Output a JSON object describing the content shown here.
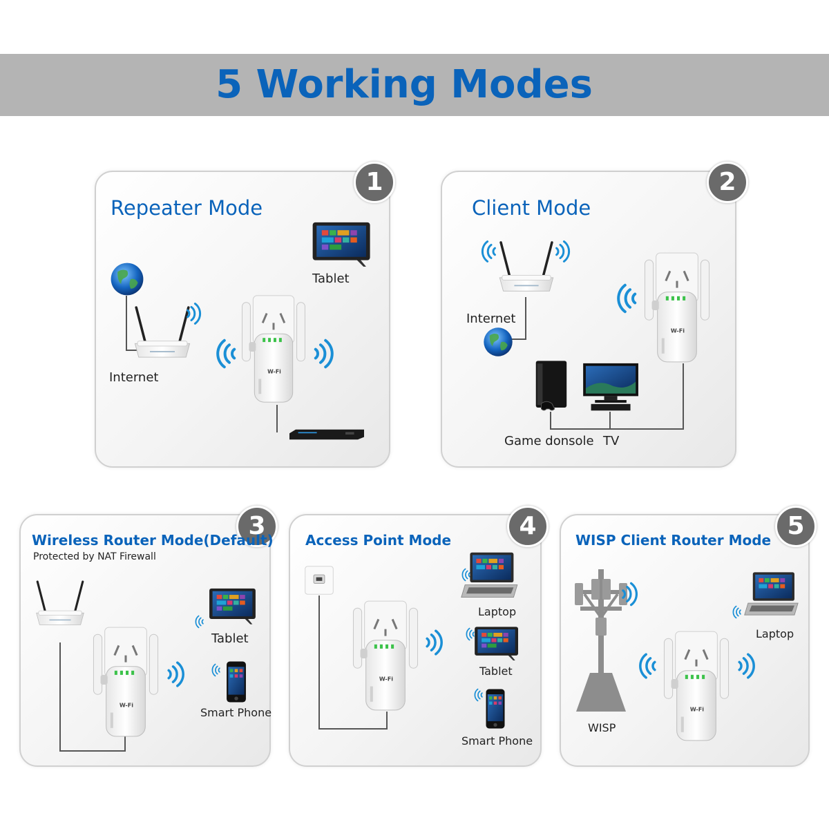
{
  "header": {
    "title": "5 Working Modes"
  },
  "panels": [
    {
      "number": "1",
      "title": "Repeater Mode",
      "labels": {
        "internet": "Internet",
        "tablet": "Tablet"
      }
    },
    {
      "number": "2",
      "title": "Client Mode",
      "labels": {
        "internet": "Internet",
        "game": "Game donsole",
        "tv": "TV"
      }
    },
    {
      "number": "3",
      "title": "Wireless Router Mode(Default)",
      "subtitle": "Protected by NAT Firewall",
      "labels": {
        "tablet": "Tablet",
        "phone": "Smart Phone"
      }
    },
    {
      "number": "4",
      "title": "Access Point Mode",
      "labels": {
        "laptop": "Laptop",
        "tablet": "Tablet",
        "phone": "Smart Phone"
      }
    },
    {
      "number": "5",
      "title": "WISP Client Router Mode",
      "labels": {
        "wisp": "WISP",
        "laptop": "Laptop"
      }
    }
  ],
  "colors": {
    "accent": "#0a63ba",
    "banner": "#b4b4b4",
    "badge": "#6a6a6a",
    "wifi": "#1a8fd6"
  },
  "icons": [
    "globe-icon",
    "router-icon",
    "repeater-icon",
    "wifi-signal-icon",
    "tablet-icon",
    "media-player-icon",
    "game-console-icon",
    "tv-icon",
    "laptop-icon",
    "smartphone-icon",
    "wall-socket-icon",
    "cell-tower-icon"
  ]
}
